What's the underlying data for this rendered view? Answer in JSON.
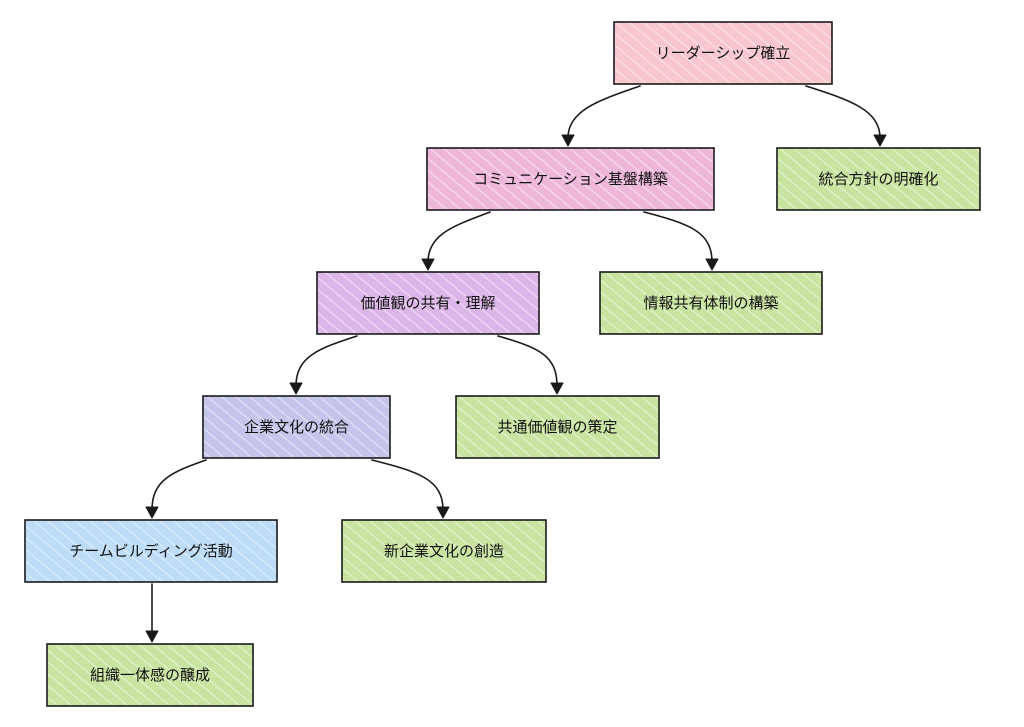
{
  "nodes": [
    {
      "id": "leadership",
      "label": "リーダーシップ確立",
      "fill": "#f7c6cf"
    },
    {
      "id": "comm",
      "label": "コミュニケーション基盤構築",
      "fill": "#eeb7da"
    },
    {
      "id": "policy",
      "label": "統合方針の明確化",
      "fill": "#c9e4a0"
    },
    {
      "id": "values",
      "label": "価値観の共有・理解",
      "fill": "#dcb6e8"
    },
    {
      "id": "info",
      "label": "情報共有体制の構築",
      "fill": "#c9e4a0"
    },
    {
      "id": "culture",
      "label": "企業文化の統合",
      "fill": "#c5c4ea"
    },
    {
      "id": "common_values",
      "label": "共通価値観の策定",
      "fill": "#c9e4a0"
    },
    {
      "id": "teambuilding",
      "label": "チームビルディング活動",
      "fill": "#bcdcf7"
    },
    {
      "id": "new_culture",
      "label": "新企業文化の創造",
      "fill": "#c9e4a0"
    },
    {
      "id": "unity",
      "label": "組織一体感の醸成",
      "fill": "#c9e4a0"
    }
  ],
  "edges": [
    {
      "from": "leadership",
      "to": "comm"
    },
    {
      "from": "leadership",
      "to": "policy"
    },
    {
      "from": "comm",
      "to": "values"
    },
    {
      "from": "comm",
      "to": "info"
    },
    {
      "from": "values",
      "to": "culture"
    },
    {
      "from": "values",
      "to": "common_values"
    },
    {
      "from": "culture",
      "to": "teambuilding"
    },
    {
      "from": "culture",
      "to": "new_culture"
    },
    {
      "from": "teambuilding",
      "to": "unity"
    }
  ]
}
